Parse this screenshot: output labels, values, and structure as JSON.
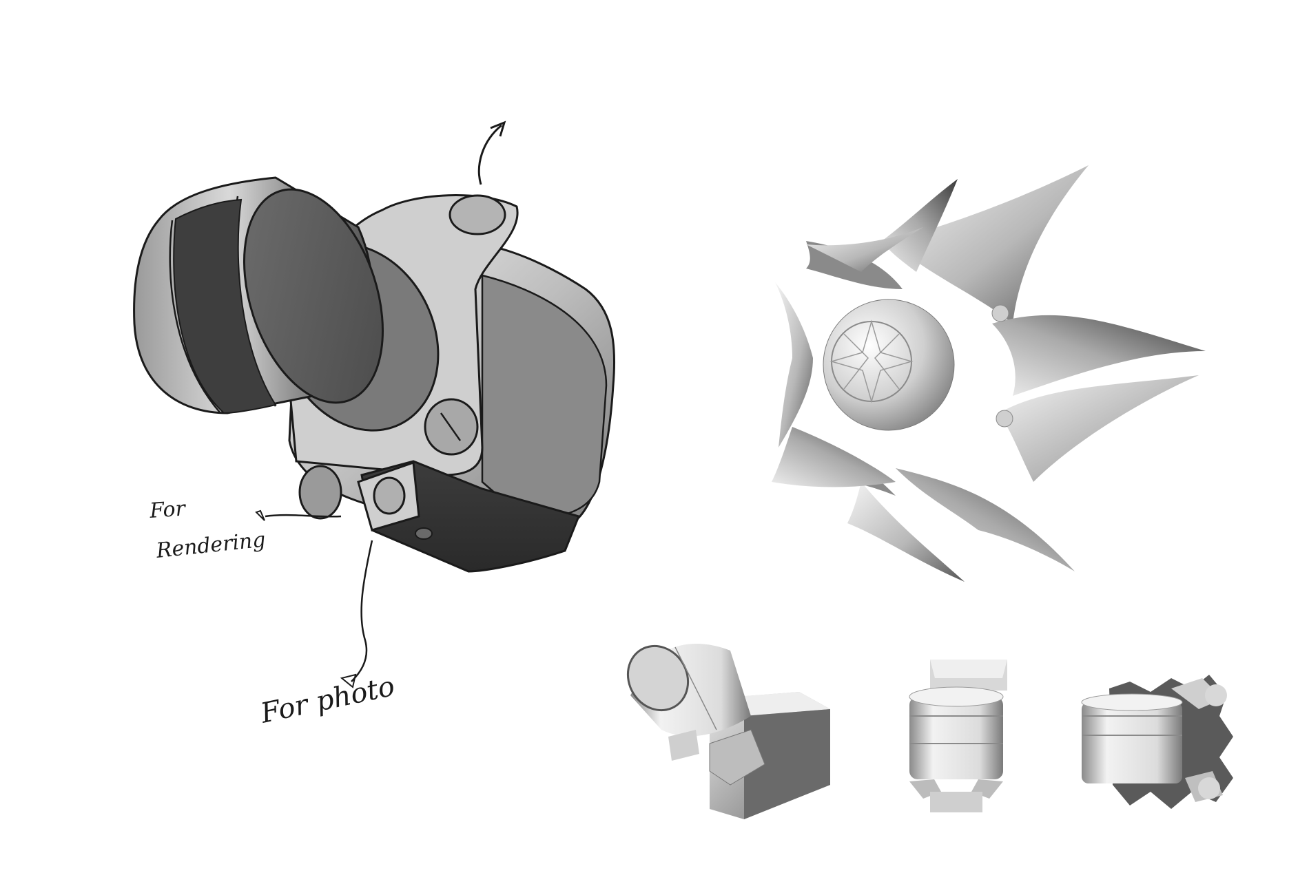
{
  "sketch": {
    "label_rendering_line1": "For",
    "label_rendering_line2": "Rendering",
    "label_photo": "For photo"
  },
  "colors": {
    "background": "#ffffff",
    "ink": "#1a1a1a",
    "shade_dark": "#4a4a4a",
    "shade_mid": "#8c8c8c",
    "shade_light": "#d6d6d6"
  },
  "icons": {
    "main_sketch": "camera-with-rotating-lens-sketch-icon",
    "star_render": "spiky-star-shell-render-icon",
    "view_angled": "camera-module-angled-view-icon",
    "view_front": "camera-module-front-view-icon",
    "view_side": "camera-module-side-view-icon"
  }
}
